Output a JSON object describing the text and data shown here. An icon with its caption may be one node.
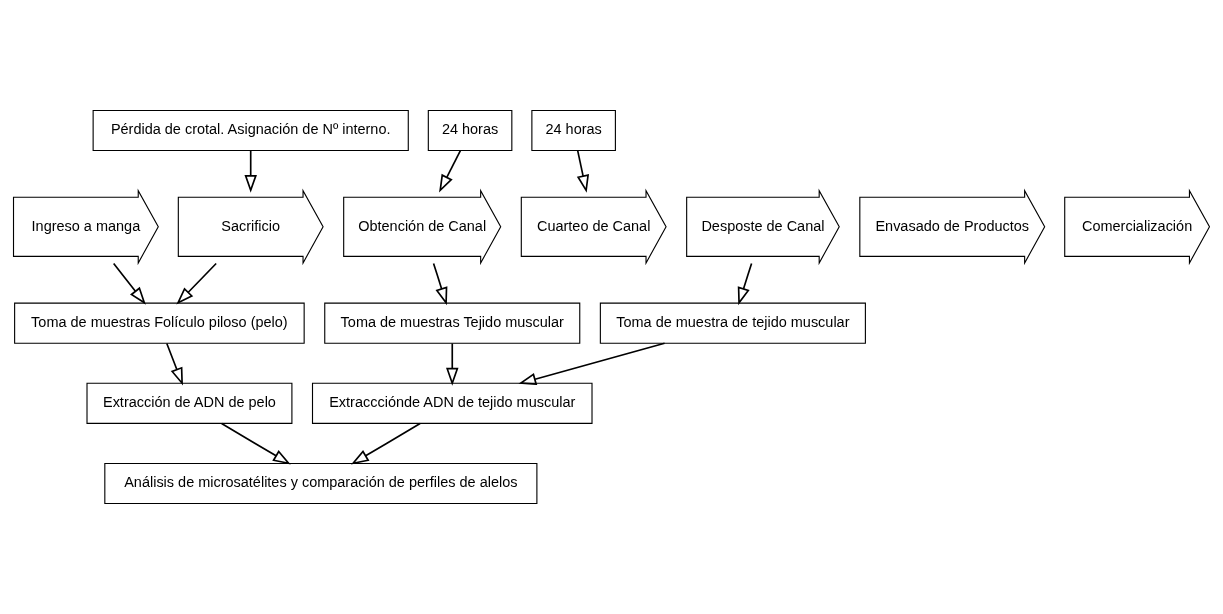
{
  "diagram": {
    "nodes": [
      {
        "text": [
          "Pérdida de crotal. Asignación de Nº interno."
        ]
      },
      {
        "text": [
          "24 horas"
        ]
      },
      {
        "text": [
          "24 horas"
        ]
      },
      {
        "text": [
          "Ingreso a manga"
        ]
      },
      {
        "text": [
          "Sacrificio"
        ]
      },
      {
        "text": [
          "Obtención de Canal"
        ]
      },
      {
        "text": [
          "Cuarteo de Canal"
        ]
      },
      {
        "text": [
          "Desposte de Canal"
        ]
      },
      {
        "text": [
          "Envasado de Productos"
        ]
      },
      {
        "text": [
          "Comercialización"
        ]
      },
      {
        "text": [
          "Toma de muestras Folículo piloso (pelo)"
        ]
      },
      {
        "text": [
          "Toma de muestras Tejido muscular"
        ]
      },
      {
        "text": [
          "Toma de muestra de tejido muscular"
        ]
      },
      {
        "text": [
          "Extracción de ADN de pelo"
        ]
      },
      {
        "text": [
          "Extraccciónde ADN de tejido muscular"
        ]
      },
      {
        "text": [
          "Análisis de microsatélites y comparación de perfiles de alelos"
        ]
      }
    ],
    "edges": [
      {
        "from": 0,
        "to": 4,
        "arrow": "to"
      },
      {
        "from": 1,
        "to": 5,
        "arrow": "to"
      },
      {
        "from": 2,
        "to": 6,
        "arrow": "to"
      },
      {
        "from": 3,
        "to": 10,
        "arrow": "to"
      },
      {
        "from": 4,
        "to": 10,
        "arrow": "to"
      },
      {
        "from": 5,
        "to": 11,
        "arrow": "to"
      },
      {
        "from": 7,
        "to": 12,
        "arrow": "to"
      },
      {
        "from": 10,
        "to": 13,
        "arrow": "to"
      },
      {
        "from": 11,
        "to": 14,
        "arrow": "to"
      },
      {
        "from": 12,
        "to": 14,
        "arrow": "to"
      },
      {
        "from": 13,
        "to": 15,
        "arrow": "to"
      },
      {
        "from": 14,
        "to": 15,
        "arrow": "to"
      }
    ]
  }
}
